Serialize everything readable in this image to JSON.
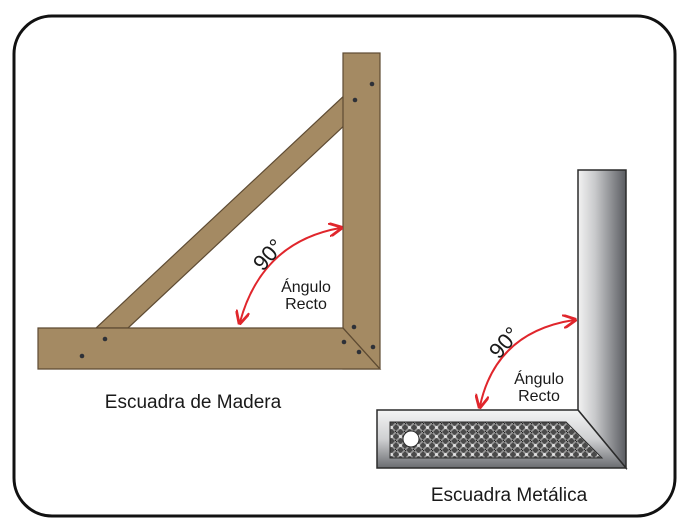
{
  "colors": {
    "frame": "#111111",
    "wood": "#a48a63",
    "wood_edge": "#5e4b33",
    "metal_light": "#eeeeee",
    "metal_dark": "#55575c",
    "metal_edge": "#2b2b2b",
    "arrow": "#e0262c"
  },
  "wooden_square": {
    "caption": "Escuadra de Madera",
    "angle_value": "90°",
    "angle_name_line1": "Ángulo",
    "angle_name_line2": "Recto"
  },
  "metal_square": {
    "caption": "Escuadra Metálica",
    "angle_value": "90°",
    "angle_name_line1": "Ángulo",
    "angle_name_line2": "Recto"
  }
}
